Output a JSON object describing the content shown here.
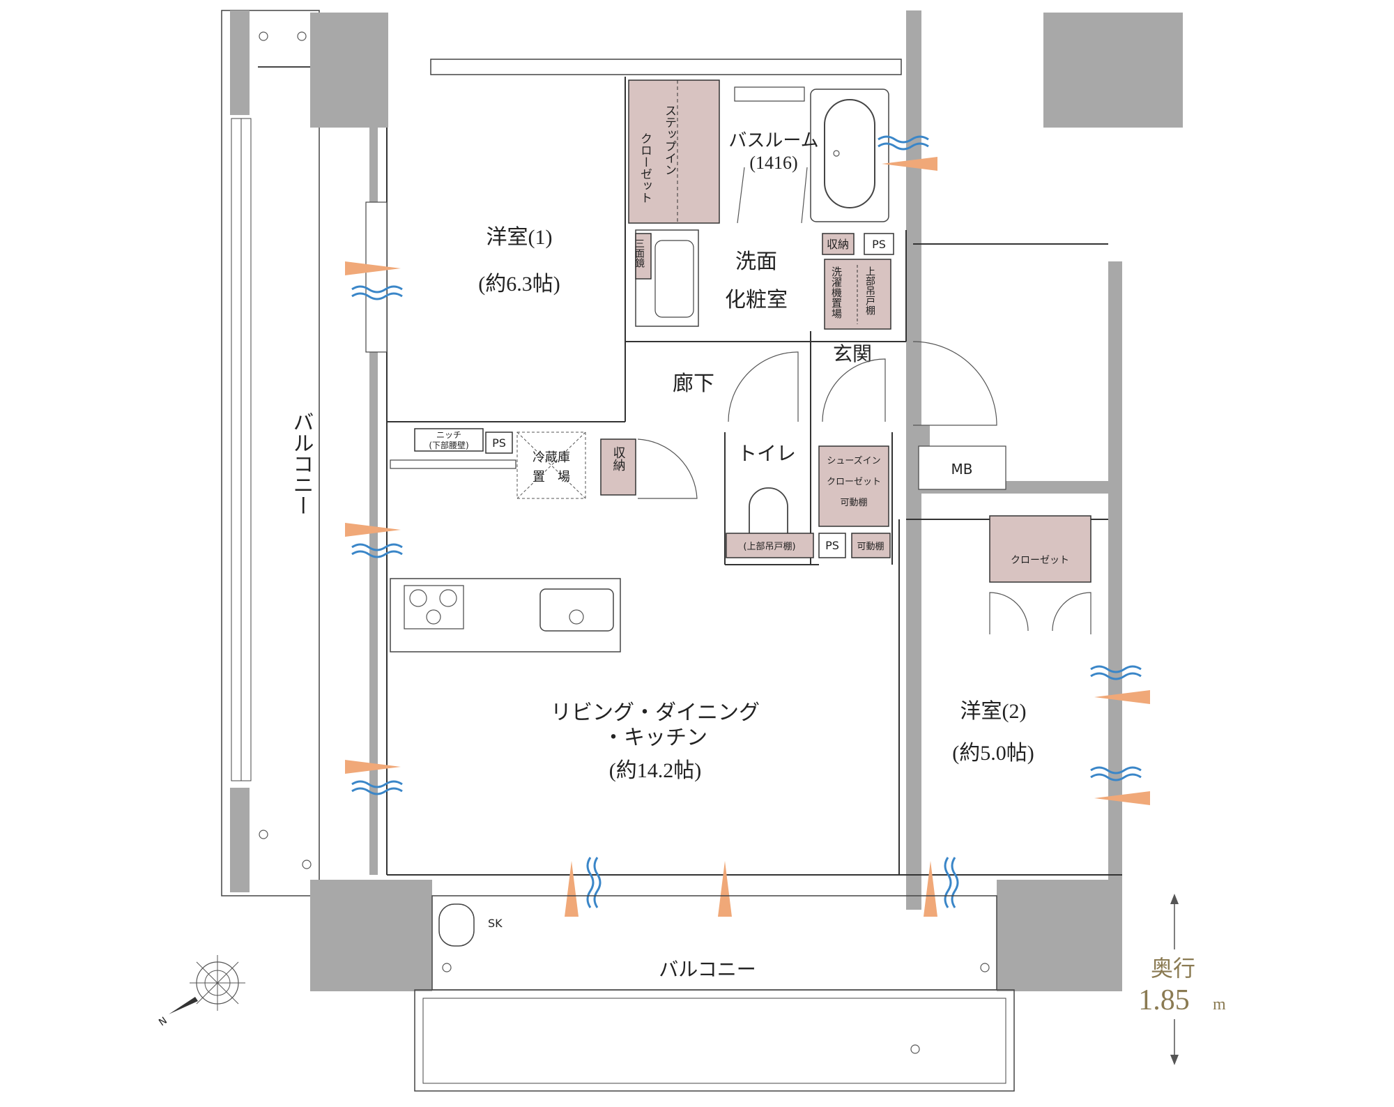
{
  "rooms": {
    "western_room_1": {
      "name": "洋室(1)",
      "size": "(約6.3帖)"
    },
    "western_room_2": {
      "name": "洋室(2)",
      "size": "(約5.0帖)"
    },
    "ldk": {
      "name_line1": "リビング・ダイニング",
      "name_line2": "・キッチン",
      "size": "(約14.2帖)"
    },
    "bathroom": {
      "name": "バスルーム",
      "size": "(1416)"
    },
    "washroom": {
      "line1": "洗面",
      "line2": "化粧室"
    },
    "hallway": "廊下",
    "entrance": "玄関",
    "toilet": "トイレ"
  },
  "storage": {
    "step_in_closet_col1": "ステップイン",
    "step_in_closet_col2": "クローゼット",
    "storage_bath": "収納",
    "ps_bath": "PS",
    "washer_col1": "洗濯機置場",
    "washer_col2": "上部吊戸棚",
    "mirror": "三面鏡",
    "niche": "ニッチ",
    "niche_sub": "(下部腰壁)",
    "ps_kitchen": "PS",
    "fridge_line1": "冷蔵庫",
    "fridge_line2": "置　場",
    "storage_hall": "収納",
    "shoes_line1": "シューズイン",
    "shoes_line2": "クローゼット",
    "shoes_line3": "可動棚",
    "toilet_shelf": "(上部吊戸棚)",
    "ps_toilet": "PS",
    "movable_shelf": "可動棚",
    "mb": "MB",
    "closet": "クローゼット"
  },
  "balconies": {
    "west": "バルコニー",
    "south": "バルコニー",
    "sk": "SK"
  },
  "depth": {
    "label": "奥行",
    "value": "1.85",
    "unit": "m"
  },
  "colors": {
    "wall": "#a8a8a8",
    "closet_fill": "#d8c3c1",
    "airflow_orange": "#f0a878",
    "airflow_blue": "#3a86c8",
    "depth_gold": "#8a7a52"
  },
  "icons": [
    "compass-icon",
    "airflow-arrow-icon",
    "breeze-wave-icon",
    "sink-icon",
    "stove-icon",
    "bathtub-icon",
    "toilet-icon"
  ]
}
